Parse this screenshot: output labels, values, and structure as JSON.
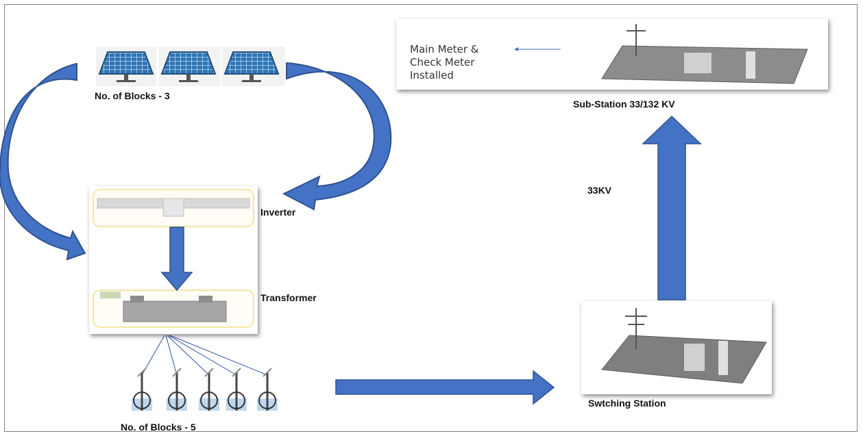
{
  "labels": {
    "solar_blocks": "No. of Blocks - 3",
    "inverter": "Inverter",
    "transformer": "Transformer",
    "wind_blocks": "No. of Blocks - 5",
    "switching_station": "Swtching Station",
    "voltage_33kv": "33KV",
    "substation": "Sub-Station 33/132 KV"
  },
  "meter_note": {
    "line1": "Main Meter &",
    "line2": "Check Meter",
    "line3": "Installed"
  },
  "colors": {
    "arrow_fill": "#4472c4",
    "arrow_stroke": "#2f528f",
    "panel_blue": "#2e75b6",
    "box_border": "#f5e6a3"
  }
}
